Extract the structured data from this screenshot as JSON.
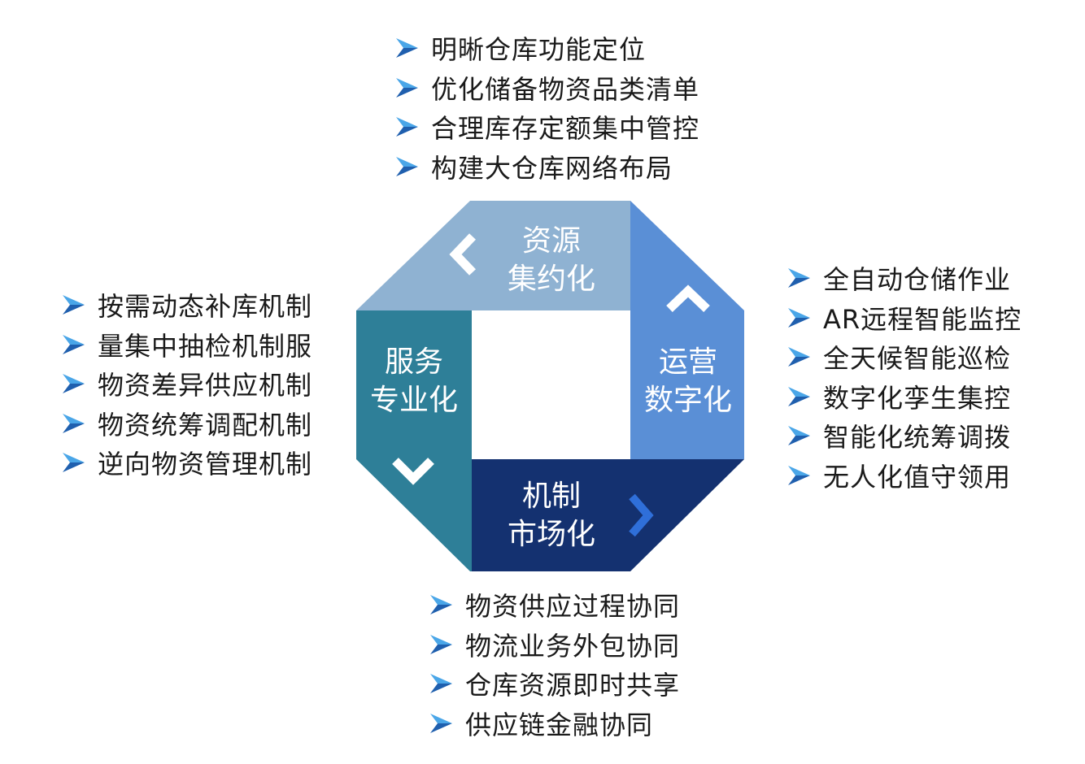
{
  "colors": {
    "resource": "#8fb2d2",
    "operation": "#5a8fd6",
    "service": "#2e7f98",
    "mechanism": "#143170",
    "chevron_light": "#ffffff",
    "chevron_accent": "#2f6fd9",
    "bullet_dark": "#1f5fae",
    "bullet_light": "#4aa6e8"
  },
  "blocks": {
    "resource": {
      "line1": "资源",
      "line2": "集约化"
    },
    "operation": {
      "line1": "运营",
      "line2": "数字化"
    },
    "service": {
      "line1": "服务",
      "line2": "专业化"
    },
    "mechanism": {
      "line1": "机制",
      "line2": "市场化"
    }
  },
  "lists": {
    "top": [
      "明晰仓库功能定位",
      "优化储备物资品类清单",
      "合理库存定额集中管控",
      "构建大仓库网络布局"
    ],
    "left": [
      "按需动态补库机制",
      "量集中抽检机制服",
      "物资差异供应机制",
      "物资统筹调配机制",
      "逆向物资管理机制"
    ],
    "right": [
      "全自动仓储作业",
      "AR远程智能监控",
      "全天候智能巡检",
      "数字化孪生集控",
      "智能化统筹调拨",
      "无人化值守领用"
    ],
    "bottom": [
      "物资供应过程协同",
      "物流业务外包协同",
      "仓库资源即时共享",
      "供应链金融协同"
    ]
  },
  "icons": {
    "bullet": "arrow-bullet-icon",
    "cycle": "chevron-icon"
  }
}
